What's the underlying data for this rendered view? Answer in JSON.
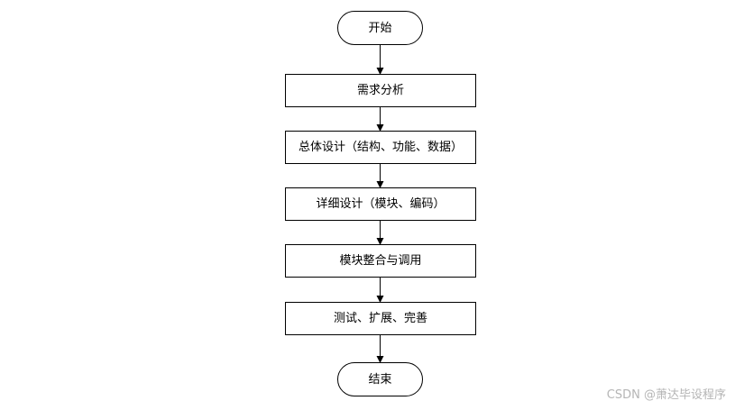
{
  "flowchart": {
    "start": "开始",
    "steps": [
      "需求分析",
      "总体设计（结构、功能、数据）",
      "详细设计（模块、编码）",
      "模块整合与调用",
      "测试、扩展、完善"
    ],
    "end": "结束"
  },
  "watermark": {
    "text": "CSDN @萧达毕设程序"
  },
  "colors": {
    "line": "#000000",
    "watermark": "#b5b5b5"
  }
}
